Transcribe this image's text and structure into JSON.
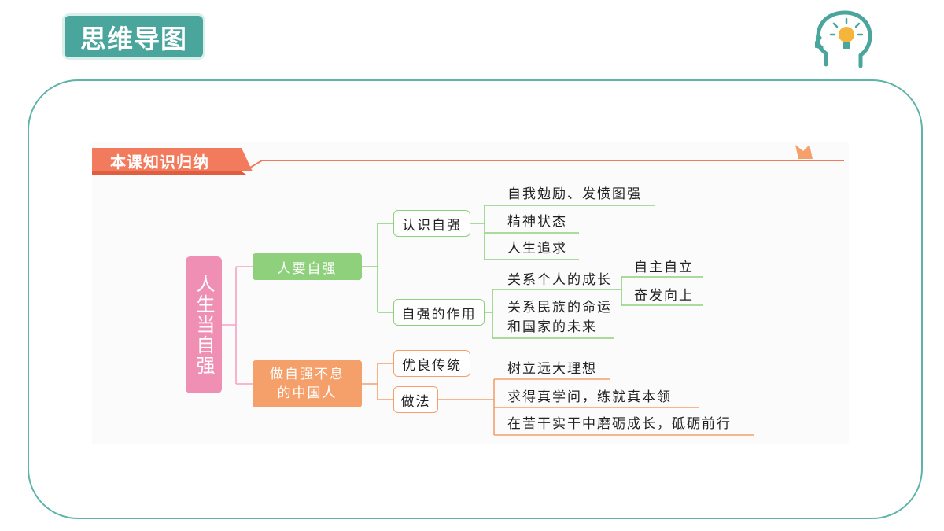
{
  "header": {
    "title": "思维导图"
  },
  "icons": {
    "head": "head-lightbulb-icon"
  },
  "colors": {
    "teal": "#4aa59c",
    "pink": "#f08fb4",
    "green": "#8fd07c",
    "orange": "#f5a06a",
    "banner": "#f27b5e"
  },
  "banner": {
    "label": "本课知识归纳"
  },
  "mindmap": {
    "root": "人生当自强",
    "branch1": {
      "label": "人要自强",
      "child1": {
        "label": "认识自强",
        "leaves": [
          "自我勉励、发愤图强",
          "精神状态",
          "人生追求"
        ]
      },
      "child2": {
        "label": "自强的作用",
        "leaf1": "关系个人的成长",
        "leaf1_children": [
          "自主自立",
          "奋发向上"
        ],
        "leaf2_line1": "关系民族的命运",
        "leaf2_line2": "和国家的未来"
      }
    },
    "branch2": {
      "label_line1": "做自强不息",
      "label_line2": "的中国人",
      "child1": {
        "label": "优良传统"
      },
      "child2": {
        "label": "做法",
        "leaves": [
          "树立远大理想",
          "求得真学问，练就真本领",
          "在苦干实干中磨砺成长，砥砺前行"
        ]
      }
    }
  }
}
